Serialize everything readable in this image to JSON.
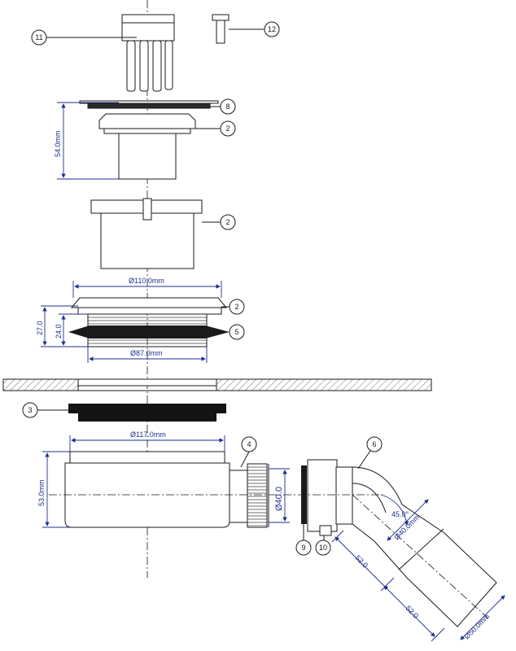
{
  "callouts": {
    "c11": "11",
    "c12": "12",
    "c8": "8",
    "c2a": "2",
    "c2b": "2",
    "c2c": "2",
    "c5": "5",
    "c3": "3",
    "c4": "4",
    "c6": "6",
    "c9": "9",
    "c10": "10"
  },
  "dimensions": {
    "height_54": "54.0mm",
    "dia_110": "Ø110.0mm",
    "h_27": "27.0",
    "h_24": "24.0",
    "dia_87": "Ø87.0mm",
    "dia_117": "Ø117.0mm",
    "height_53": "53.0mm",
    "dia_40": "Ø40.0",
    "angle_45": "45.0°",
    "dia_40mm": "Ø40.0mm",
    "len_52a": "52.0",
    "len_52b": "52.0",
    "dia_50": "Ø50.0mm"
  },
  "colors": {
    "dimension": "#1f2e8f",
    "outline": "#1a1a1a"
  }
}
